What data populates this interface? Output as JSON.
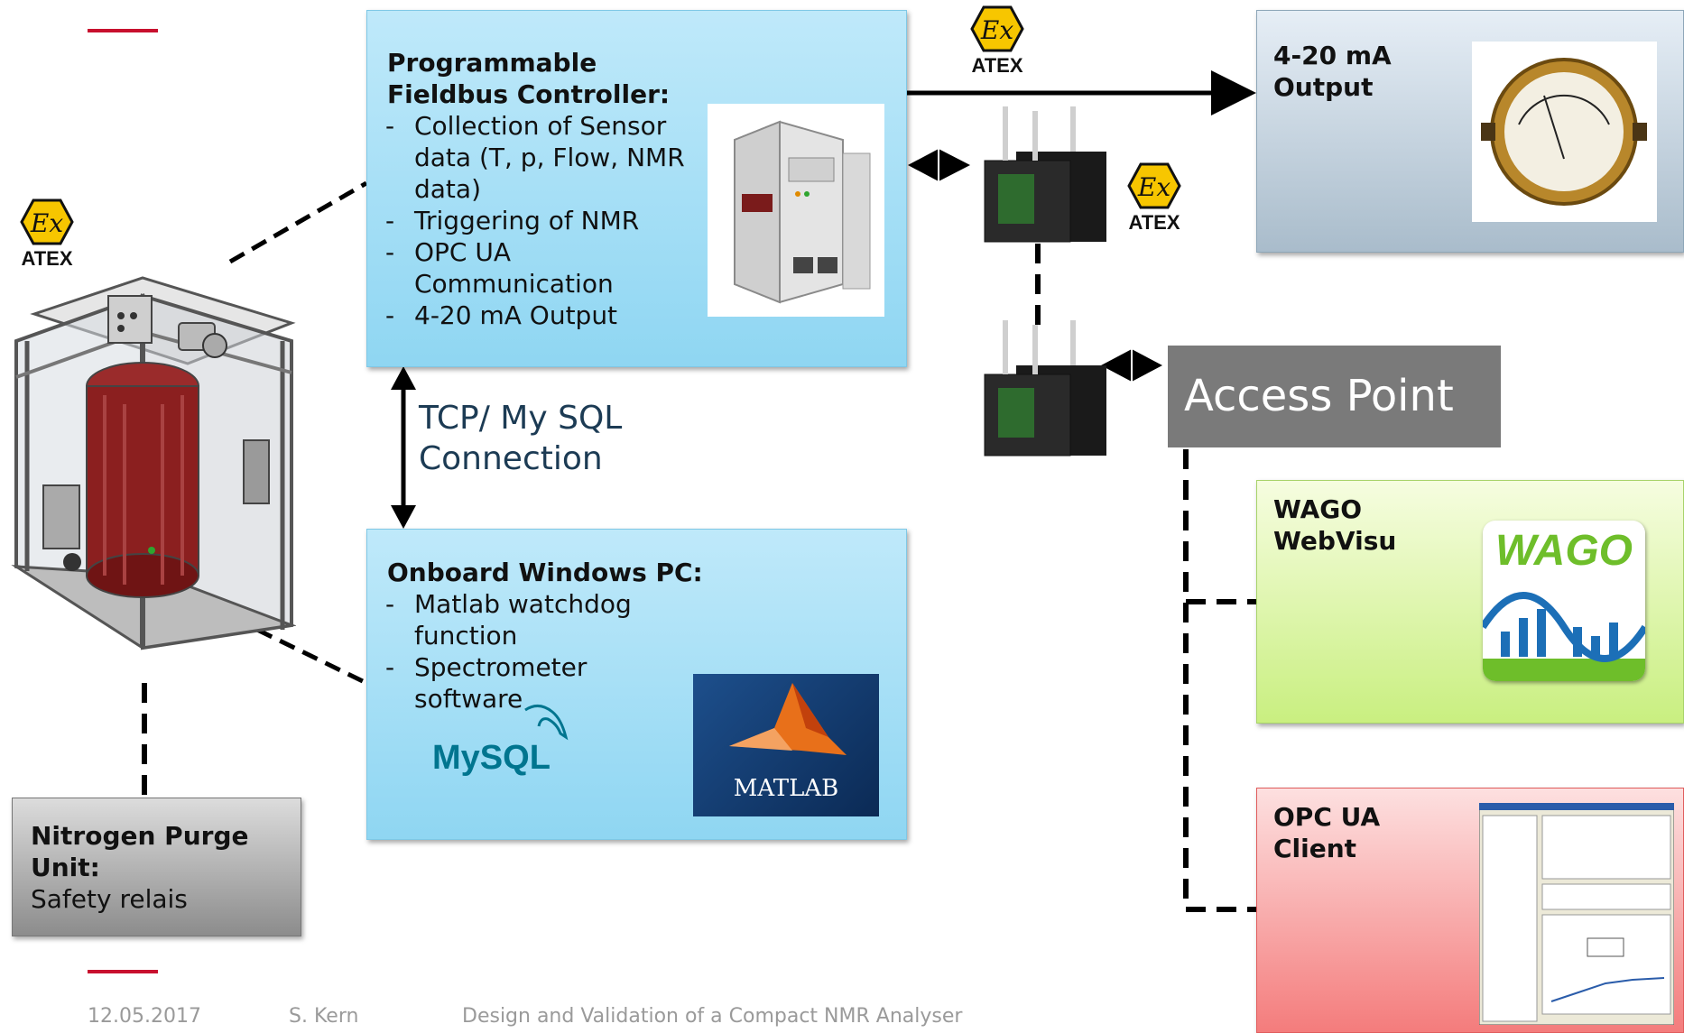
{
  "controller": {
    "title": "Programmable Fieldbus Controller:",
    "items": [
      "Collection of Sensor data (T, p, Flow, NMR data)",
      "Triggering of NMR",
      "OPC UA Communication",
      "4-20 mA Output"
    ]
  },
  "connection_label": "TCP/ My SQL Connection",
  "pc": {
    "title": "Onboard Windows PC:",
    "items": [
      "Matlab watchdog function",
      "Spectrometer software"
    ],
    "mysql_logo": "MySQL",
    "matlab_logo": "MATLAB"
  },
  "purge": {
    "title": "Nitrogen Purge Unit:",
    "text": "Safety relais"
  },
  "output": {
    "title": "4-20 mA Output"
  },
  "access_point": "Access Point",
  "webvisu": {
    "title": "WAGO WebVisu",
    "logo": "WAGO"
  },
  "opc": {
    "title": "OPC UA Client"
  },
  "atex_label": "ATEX",
  "atex_symbol": "Ex",
  "footer": {
    "date": "12.05.2017",
    "author": "S. Kern",
    "title": "Design and Validation of a Compact NMR Analyser"
  },
  "colors": {
    "accent": "#c8102e",
    "atex_fill": "#f7c600",
    "access_point": "#7a7a7a"
  }
}
